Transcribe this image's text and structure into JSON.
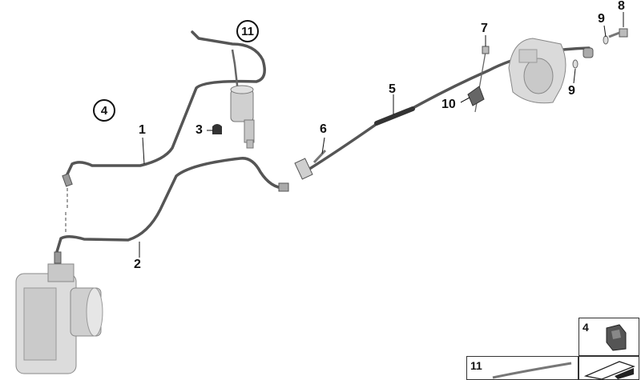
{
  "callouts": {
    "c1": "1",
    "c2": "2",
    "c3": "3",
    "c4": "4",
    "c5": "5",
    "c6": "6",
    "c7": "7",
    "c8": "8",
    "c9a": "9",
    "c9b": "9",
    "c10": "10",
    "c11": "11"
  },
  "insets": {
    "clip": "4",
    "line": "11"
  },
  "colors": {
    "pipe": "#555555",
    "part": "#d9d9d9",
    "part_shade": "#b8b8b8",
    "outline": "#222222"
  }
}
